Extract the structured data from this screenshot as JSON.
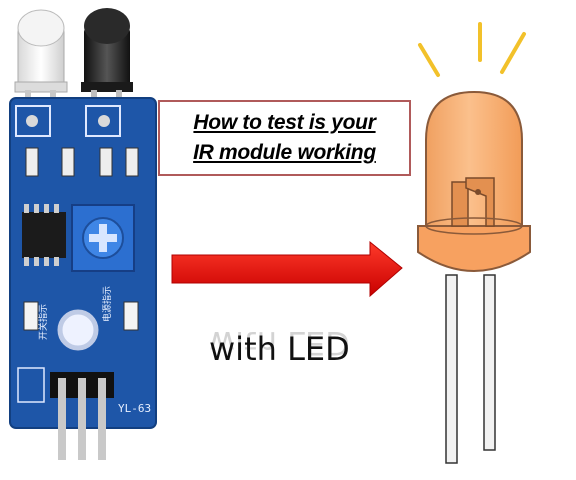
{
  "title": {
    "line1": "How to test  is your",
    "line2": "IR module working"
  },
  "caption": "with LED",
  "module": {
    "model_label": "YL-63",
    "silk_power": "电源指示",
    "silk_switch": "开关指示"
  },
  "colors": {
    "pcb": "#1e56a8",
    "arrow": "#e10d0d",
    "led": "#f6a86a",
    "title_border": "#b05a5a"
  }
}
